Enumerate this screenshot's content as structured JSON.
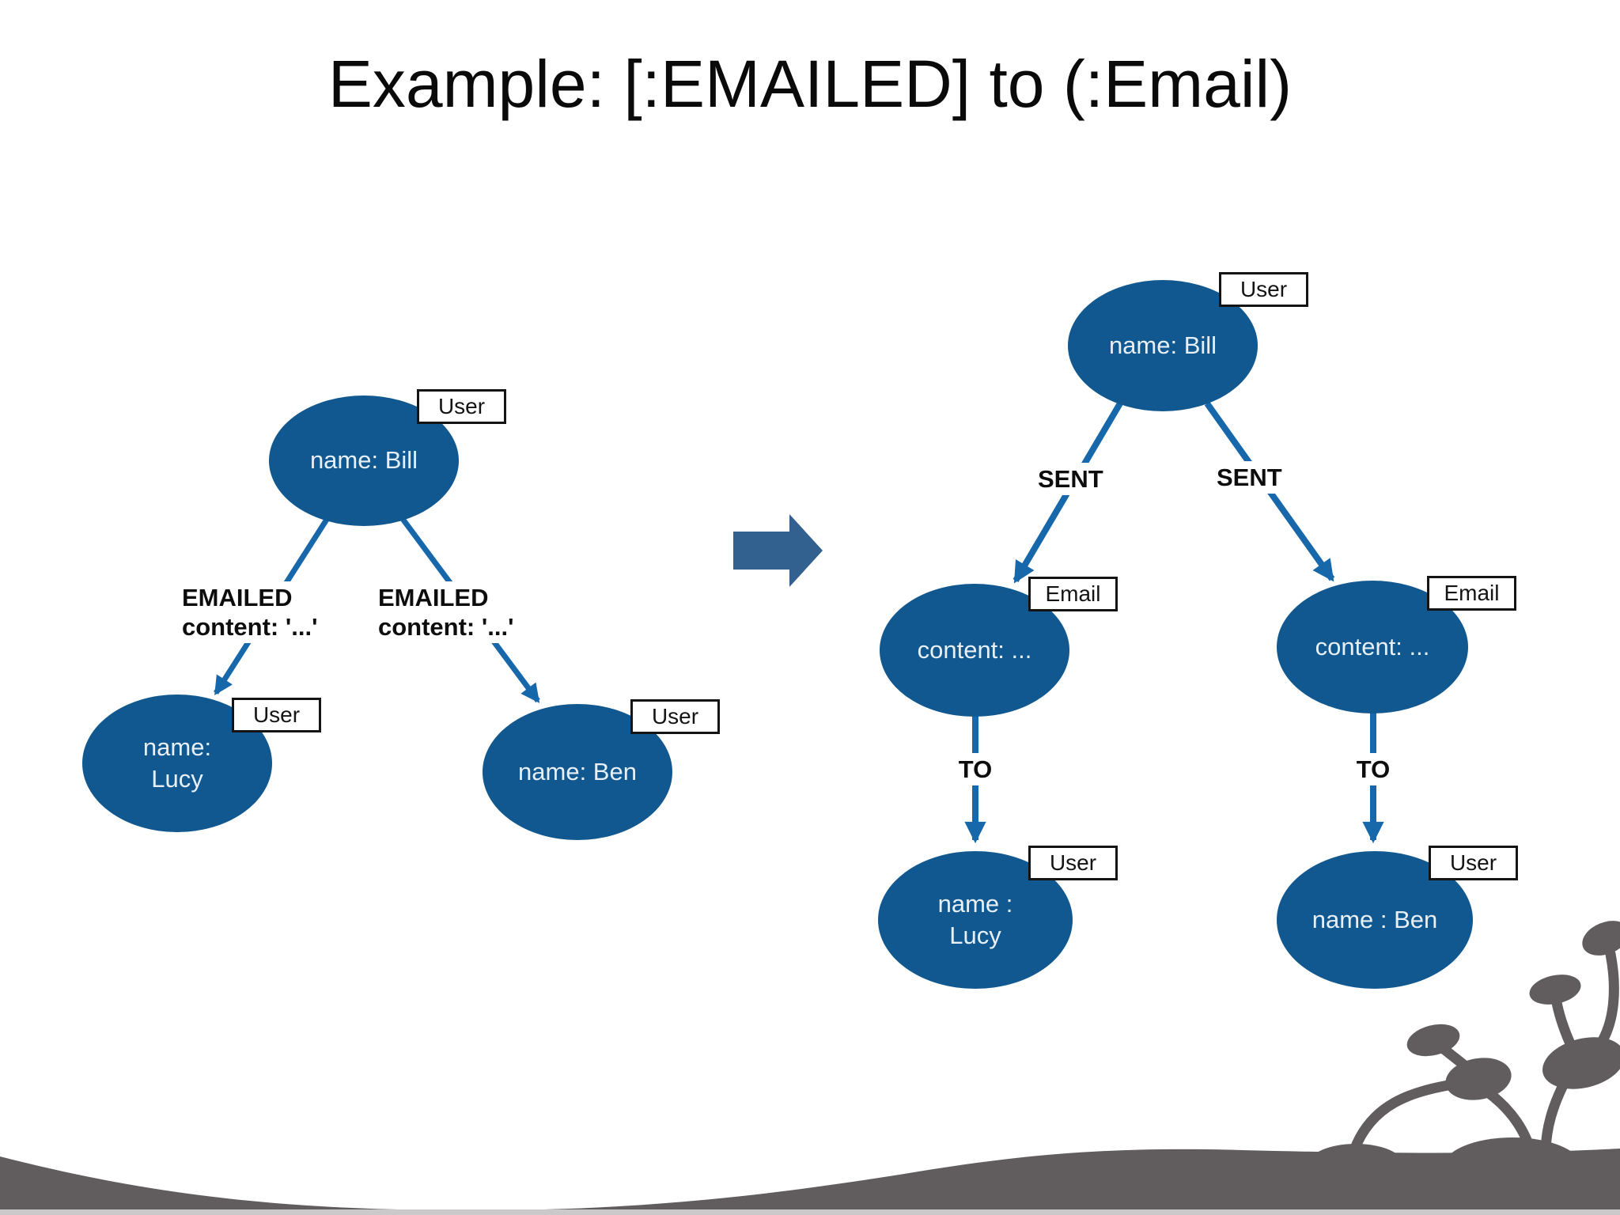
{
  "slide": {
    "title": "Example: [:EMAILED] to (:Email)"
  },
  "colors": {
    "node_fill": "#10588f",
    "node_text": "#e7eff7",
    "edge_blue": "#1767ab",
    "block_arrow": "#33618f",
    "label_box_border": "#141414",
    "footer_gray": "#615d5f"
  },
  "before": {
    "nodes": {
      "bill": {
        "text": "name: Bill",
        "tag": "User"
      },
      "lucy": {
        "text": "name:\nLucy",
        "tag": "User"
      },
      "ben": {
        "text": "name: Ben",
        "tag": "User"
      }
    },
    "edges": {
      "emailed1": "EMAILED\ncontent: '...'",
      "emailed2": "EMAILED\ncontent: '...'"
    }
  },
  "after": {
    "nodes": {
      "bill": {
        "text": "name: Bill",
        "tag": "User"
      },
      "email1": {
        "text": "content: ...",
        "tag": "Email"
      },
      "email2": {
        "text": "content: ...",
        "tag": "Email"
      },
      "lucy": {
        "text": "name :\nLucy",
        "tag": "User"
      },
      "ben": {
        "text": "name : Ben",
        "tag": "User"
      }
    },
    "edges": {
      "sent1": "SENT",
      "sent2": "SENT",
      "to1": "TO",
      "to2": "TO"
    }
  }
}
